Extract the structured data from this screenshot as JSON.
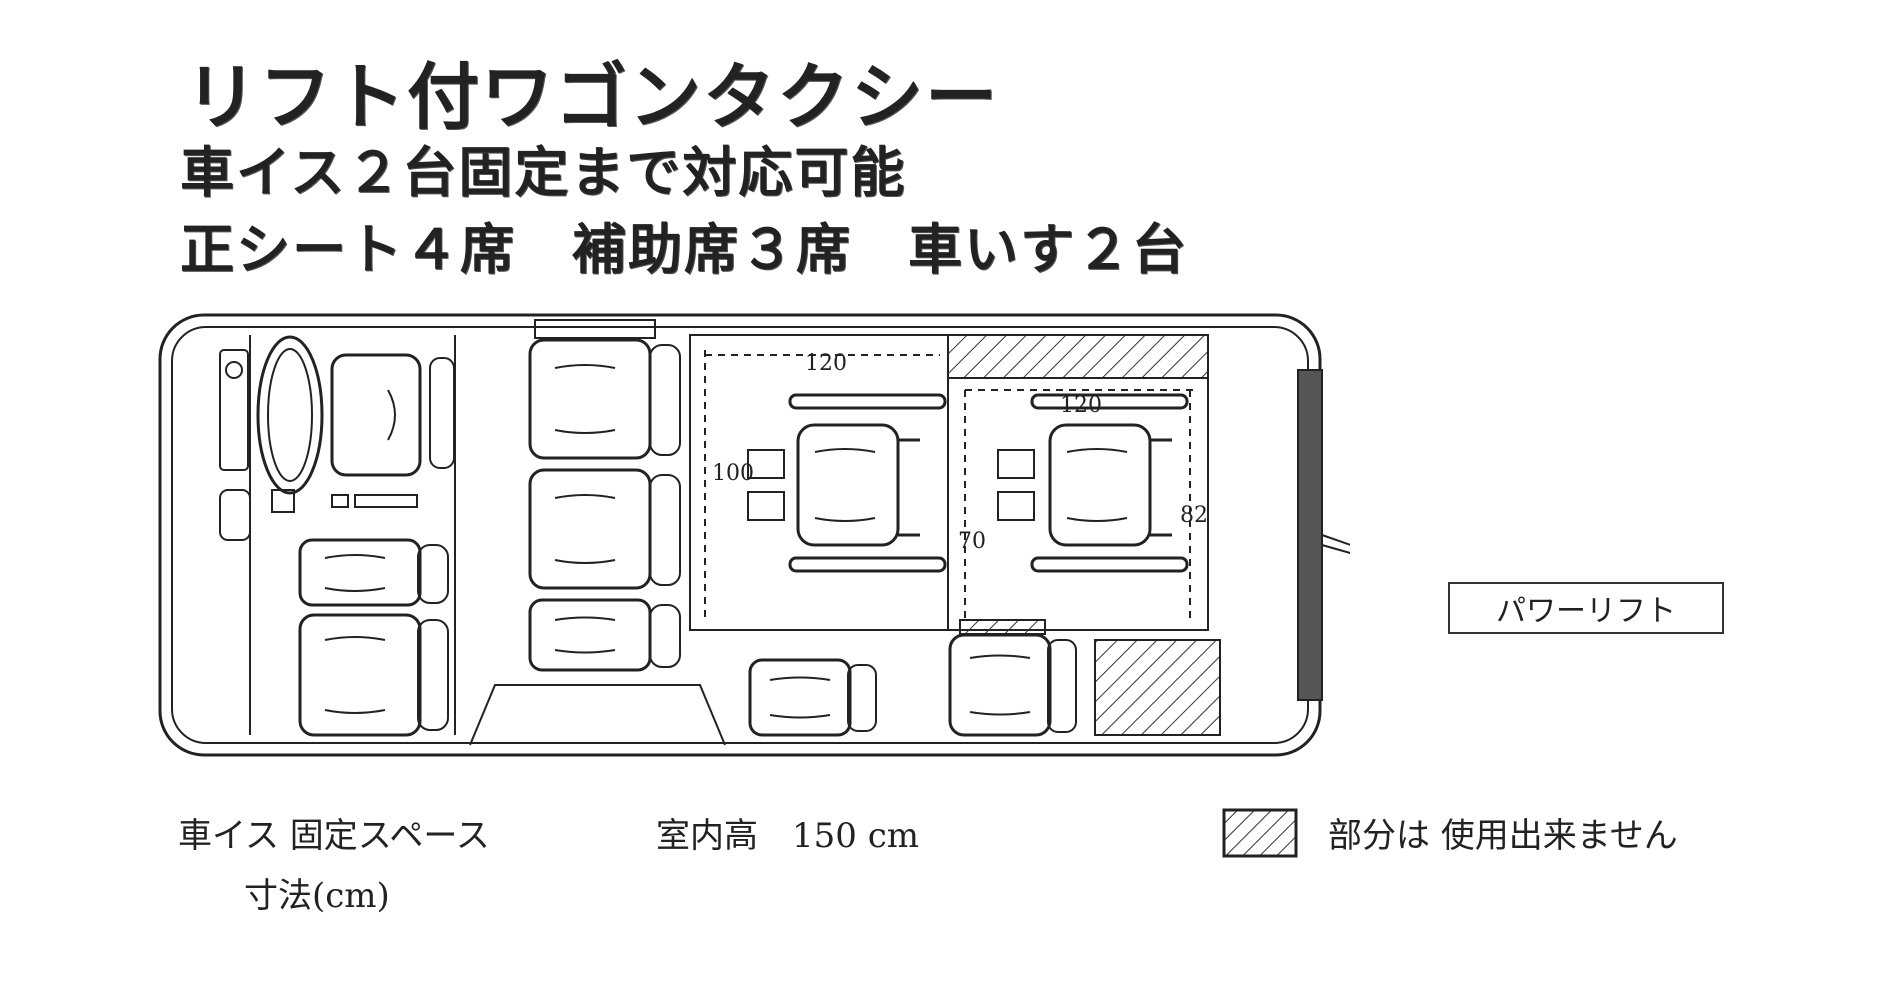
{
  "header": {
    "title": "リフト付ワゴンタクシー",
    "subtitle": "車イス２台固定まで対応可能",
    "seats": "正シート４席　補助席３席　車いす２台"
  },
  "diagram": {
    "dim_width_1": "120",
    "dim_width_2": "120",
    "dim_depth_1": "100",
    "dim_depth_2": "82",
    "dim_depth_3": "70",
    "lift_label": "パワーリフト"
  },
  "notes": {
    "space_label": "車イス 固定スペース",
    "unit_label": "寸法(cm)",
    "interior_height": "室内高　150 cm",
    "restricted_legend": "部分は 使用出来ません"
  },
  "colors": {
    "line": "#222222",
    "hatch": "#333333",
    "background": "#ffffff"
  }
}
